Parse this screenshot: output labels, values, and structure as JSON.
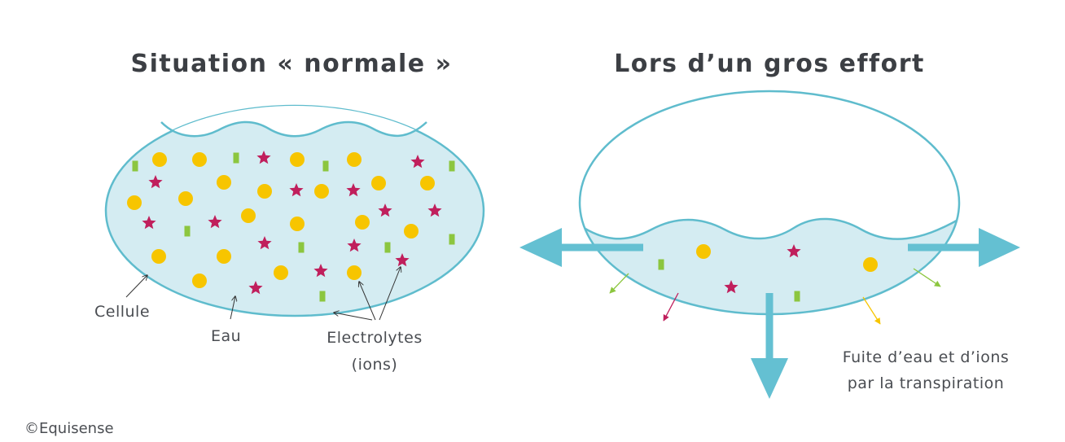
{
  "titles": {
    "left": "Situation « normale »",
    "right": "Lors d’un gros effort"
  },
  "labels": {
    "cell": "Cellule",
    "water": "Eau",
    "electrolytes_line1": "Electrolytes",
    "electrolytes_line2": "(ions)",
    "leak_line1": "Fuite d’eau et d’ions",
    "leak_line2": "par la transpiration"
  },
  "credit": "©Equisense",
  "colors": {
    "outline": "#5fbccd",
    "water": "#d4ecf2",
    "arrow": "#64c0d2",
    "circle_ion": "#f7c500",
    "star_ion": "#c01f5c",
    "bar_ion": "#8cc63f",
    "text": "#3c3f44",
    "pointer": "#333333"
  },
  "icons": [
    "circle-ion-icon",
    "star-ion-icon",
    "bar-ion-icon",
    "arrow-icon"
  ]
}
